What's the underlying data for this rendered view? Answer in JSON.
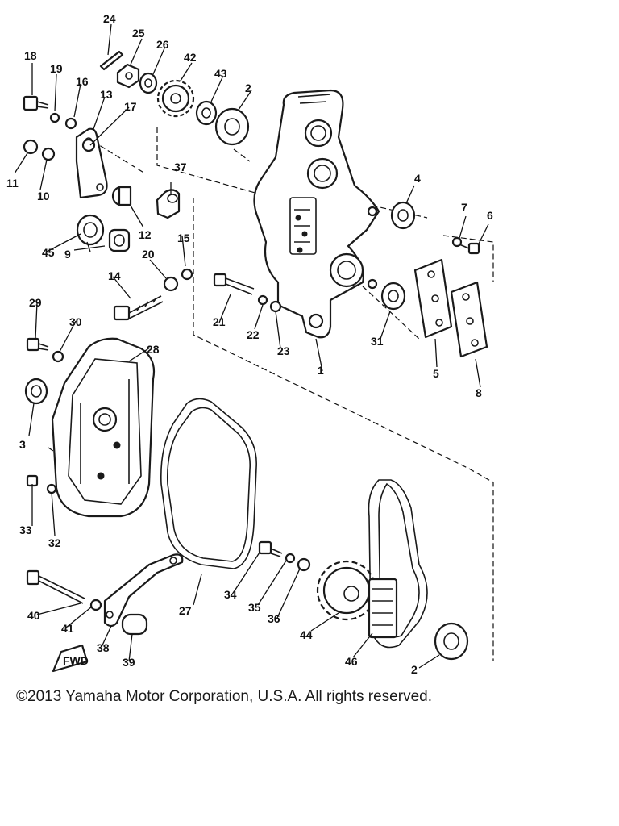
{
  "callouts": [
    "1",
    "2",
    "2",
    "3",
    "4",
    "5",
    "6",
    "7",
    "8",
    "9",
    "10",
    "11",
    "12",
    "13",
    "14",
    "15",
    "16",
    "17",
    "18",
    "19",
    "20",
    "21",
    "22",
    "23",
    "24",
    "25",
    "26",
    "27",
    "28",
    "29",
    "30",
    "31",
    "32",
    "33",
    "34",
    "35",
    "36",
    "37",
    "38",
    "39",
    "40",
    "41",
    "42",
    "43",
    "44",
    "45",
    "46"
  ],
  "fwd_mark": "FWD",
  "copyright": "©2013 Yamaha Motor Corporation, U.S.A. All rights reserved."
}
